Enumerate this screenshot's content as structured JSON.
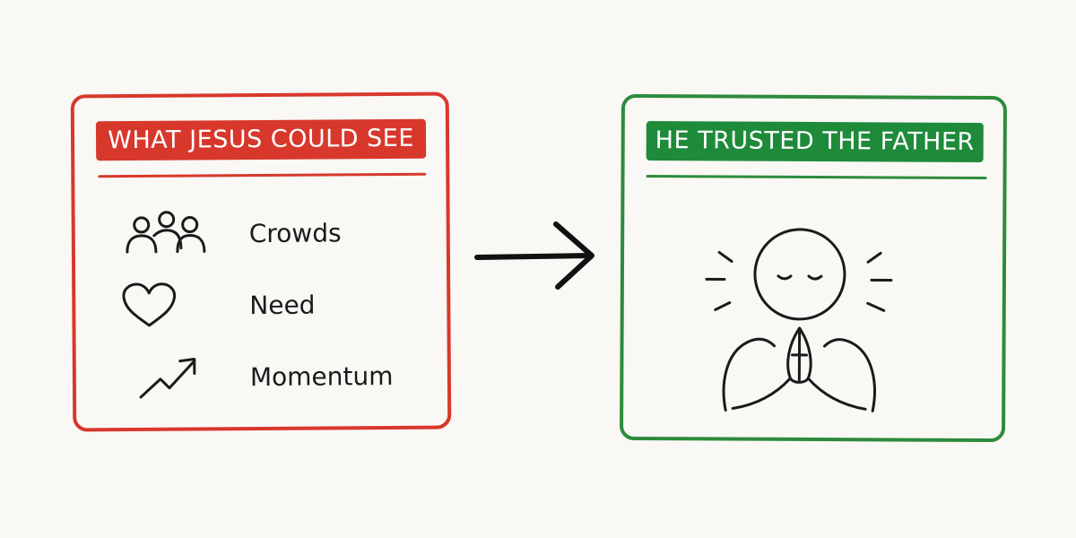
{
  "left_panel": {
    "title": "WHAT JESUS COULD SEE",
    "color": "#d8382c",
    "items": [
      {
        "icon": "crowd-icon",
        "label": "Crowds"
      },
      {
        "icon": "heart-icon",
        "label": "Need"
      },
      {
        "icon": "trend-up-arrow-icon",
        "label": "Momentum"
      }
    ]
  },
  "arrow": {
    "icon": "right-arrow-icon"
  },
  "right_panel": {
    "title": "HE TRUSTED THE FATHER",
    "color": "#1e8b3a",
    "illustration": "praying-person-icon"
  }
}
